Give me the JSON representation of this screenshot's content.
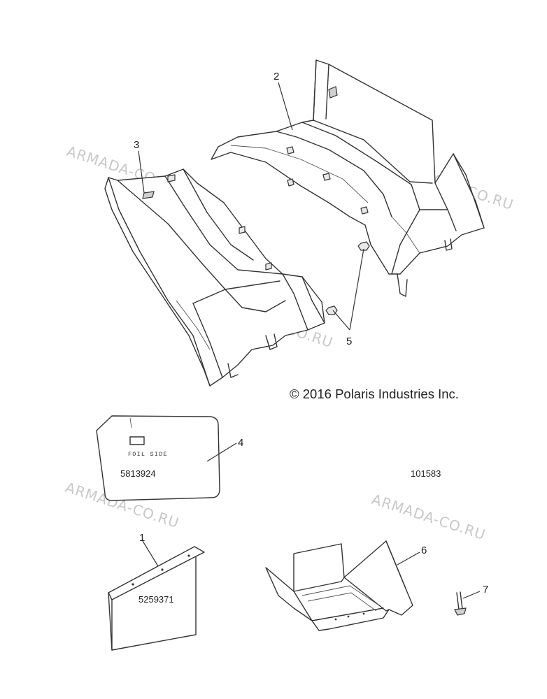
{
  "copyright": "© 2016 Polaris Industries Inc.",
  "figure_number": "101583",
  "watermark_text": "ARMADA-CO.RU",
  "callouts": [
    "1",
    "2",
    "3",
    "4",
    "5",
    "6",
    "7"
  ],
  "part_numbers": {
    "decal_panel": "5813924",
    "bracket_plate": "5259371"
  },
  "decal_label": "FOIL SIDE"
}
